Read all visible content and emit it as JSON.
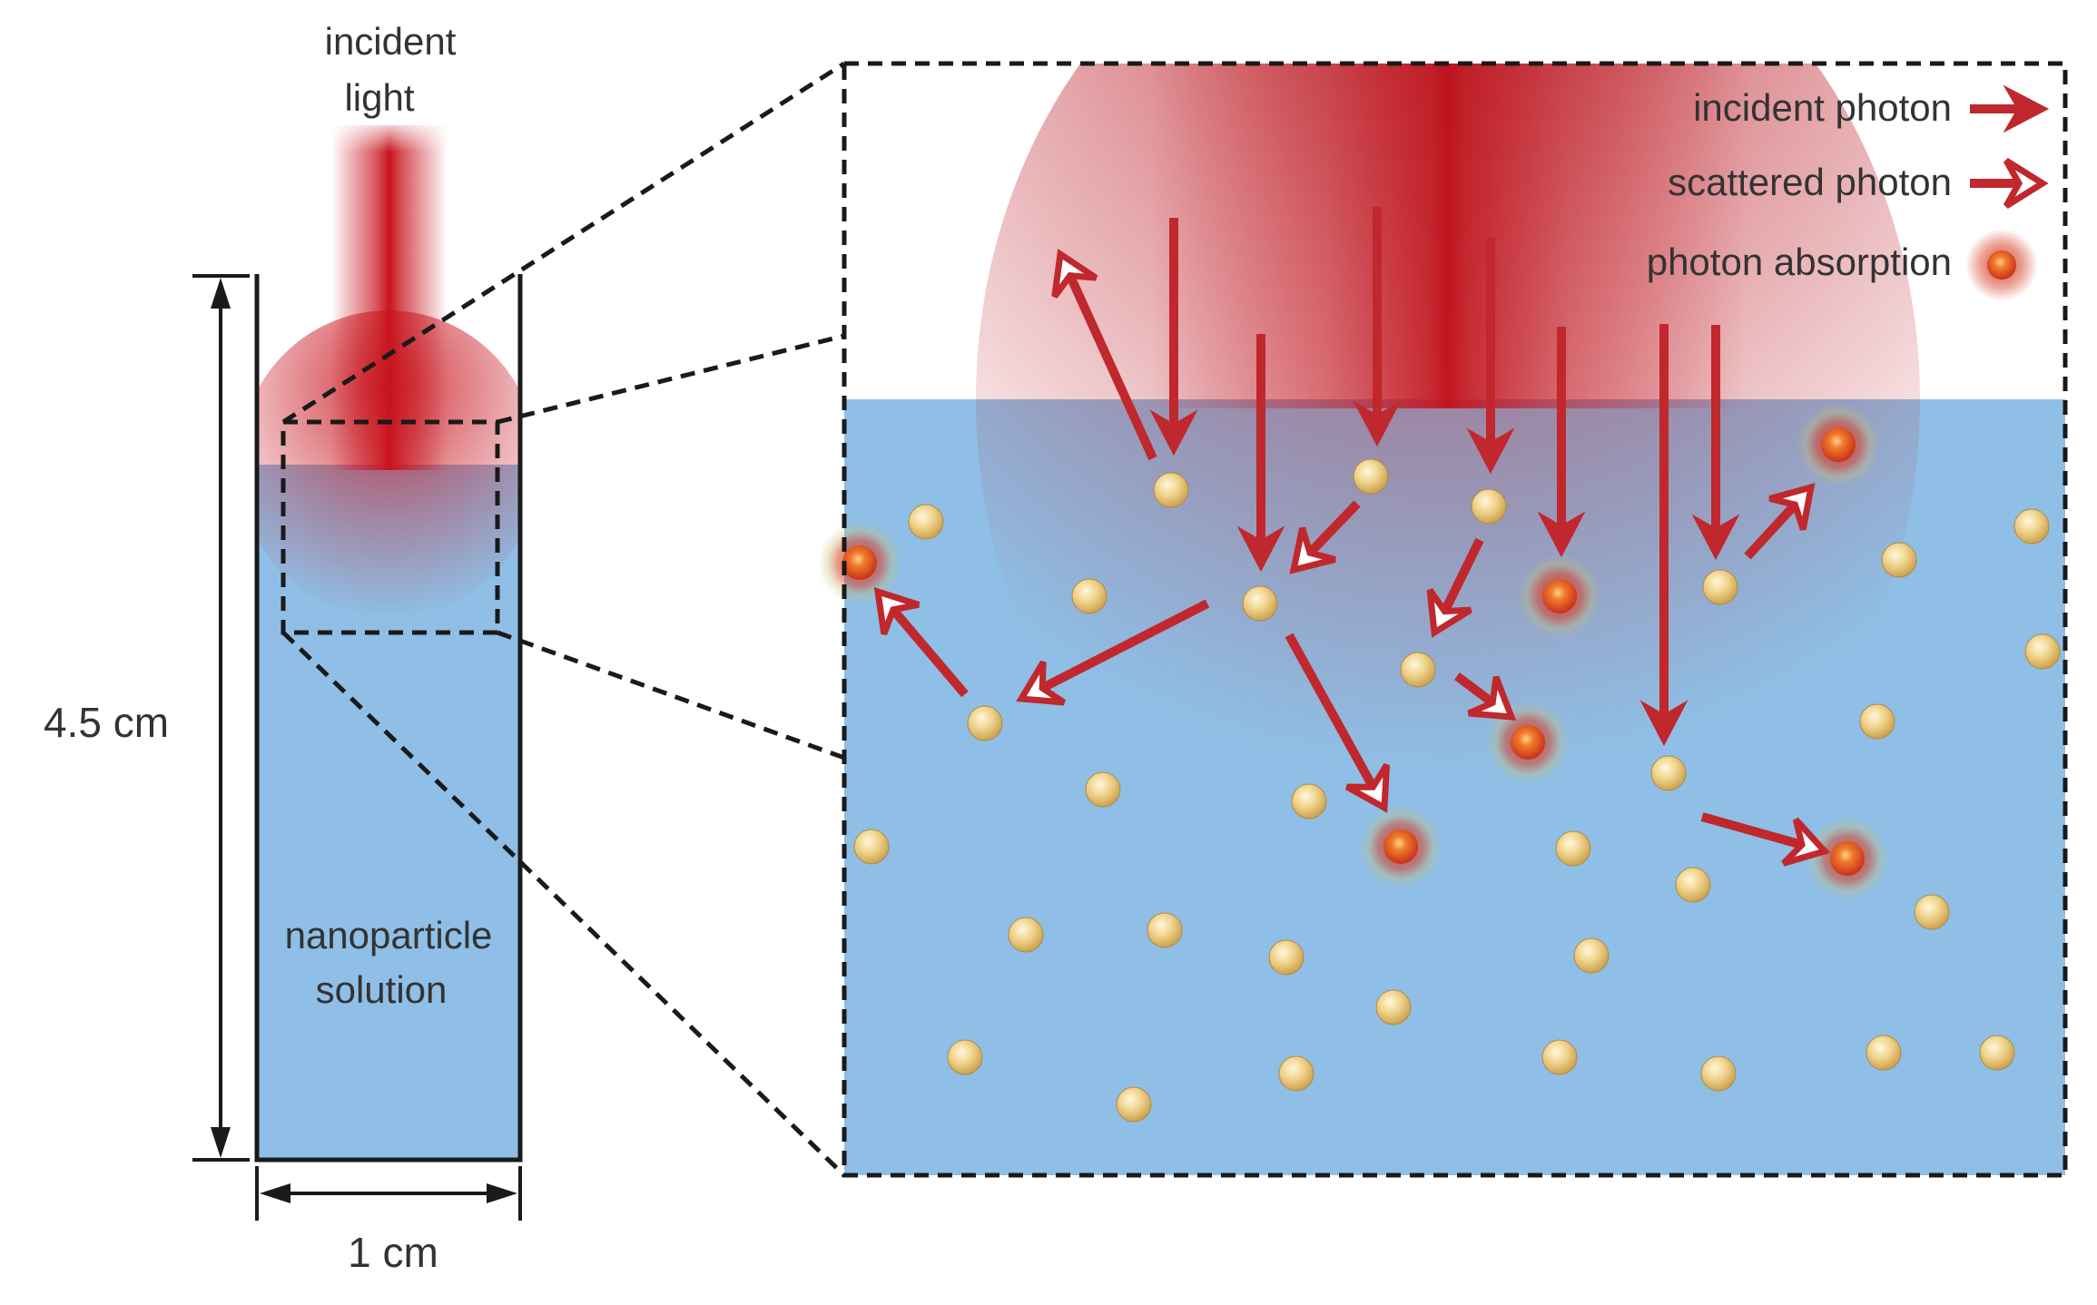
{
  "left_panel": {
    "incident_light_label": [
      "incident",
      "light"
    ],
    "height_label": "4.5 cm",
    "width_label": "1 cm",
    "solution_label": [
      "nanoparticle",
      "solution"
    ]
  },
  "legend": {
    "incident_photon": "incident photon",
    "scattered_photon": "scattered photon",
    "photon_absorption": "photon absorption"
  },
  "colors": {
    "arrow_red": "#c0282d",
    "solution_blue": "#8fbfe6",
    "beam_red": "#c8141e",
    "particle_gold": "#e8c878",
    "absorbed_particle": "#e2501c",
    "outline": "#1a1a1a"
  },
  "icons": [
    "incident-photon-arrow-icon",
    "scattered-photon-arrow-icon",
    "photon-absorption-particle-icon"
  ]
}
